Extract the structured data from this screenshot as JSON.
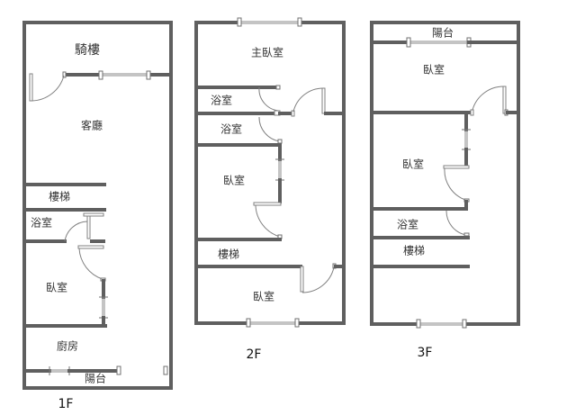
{
  "floors": [
    {
      "id": "1F",
      "label": "1F",
      "rooms": [
        {
          "name": "騎樓"
        },
        {
          "name": "客廳"
        },
        {
          "name": "樓梯"
        },
        {
          "name": "浴室"
        },
        {
          "name": "臥室"
        },
        {
          "name": "廚房"
        },
        {
          "name": "陽台"
        }
      ]
    },
    {
      "id": "2F",
      "label": "2F",
      "rooms": [
        {
          "name": "主臥室"
        },
        {
          "name": "浴室"
        },
        {
          "name": "浴室"
        },
        {
          "name": "臥室"
        },
        {
          "name": "樓梯"
        },
        {
          "name": "臥室"
        }
      ]
    },
    {
      "id": "3F",
      "label": "3F",
      "rooms": [
        {
          "name": "陽台"
        },
        {
          "name": "臥室"
        },
        {
          "name": "臥室"
        },
        {
          "name": "浴室"
        },
        {
          "name": "樓梯"
        }
      ]
    }
  ],
  "colors": {
    "wall": "#5f5f5f",
    "fixture": "#808080",
    "text": "#333333",
    "background": "#ffffff"
  }
}
